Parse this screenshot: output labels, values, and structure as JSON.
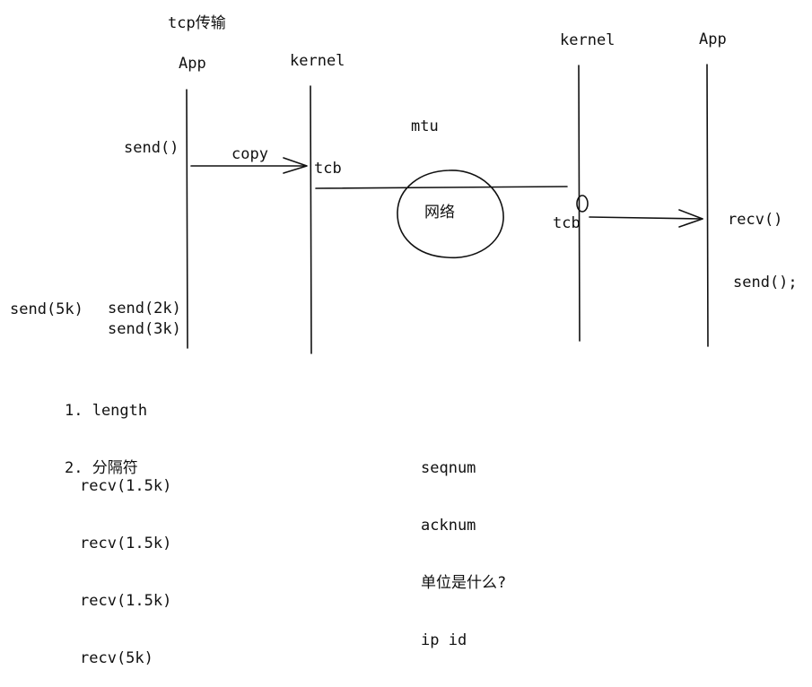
{
  "title": "tcp传输",
  "columns": {
    "app_left": "App",
    "kernel_left": "kernel",
    "kernel_right": "kernel",
    "app_right": "App"
  },
  "sender": {
    "send_call": "send()",
    "copy": "copy",
    "tcb": "tcb"
  },
  "network": {
    "mtu": "mtu",
    "cloud": "网络"
  },
  "receiver": {
    "tcb": "tcb",
    "recv_call": "recv()",
    "send_call": "send();"
  },
  "split_example": {
    "total": "send(5k)",
    "parts": [
      "send(2k)",
      "send(3k)"
    ]
  },
  "framing": {
    "items": [
      "1. length",
      "2. 分隔符"
    ]
  },
  "receives": [
    "recv(1.5k)",
    "recv(1.5k)",
    "recv(1.5k)",
    "recv(5k)"
  ],
  "notes": [
    "seqnum",
    "acknum",
    "单位是什么?",
    "ip id"
  ],
  "colors": {
    "ink": "#111111",
    "background": "#ffffff"
  }
}
